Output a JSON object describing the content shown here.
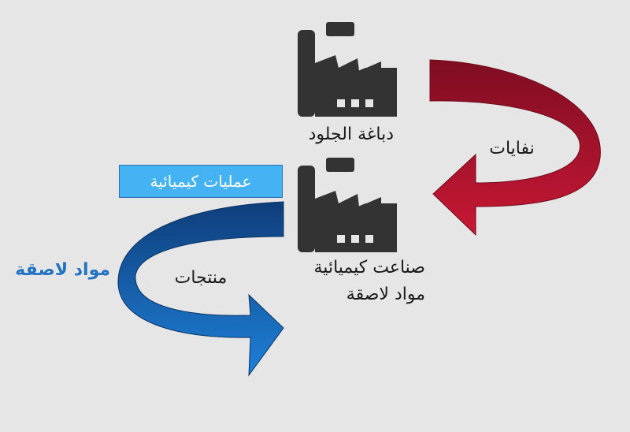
{
  "labels": {
    "tannery": "دباغة الجلود",
    "chemical_industry_line1": "صناعت كيميائية",
    "chemical_industry_line2": "مواد لاصقة",
    "waste": "نفايات",
    "chemical_processes": "عمليات كيميائية",
    "products": "منتجات",
    "adhesives": "مواد لاصقة"
  },
  "icons": {
    "top_factory": "factory-icon",
    "bottom_factory": "factory-icon"
  },
  "colors": {
    "background": "#e6e6e6",
    "factory": "#333333",
    "red_arrow": "#b0132e",
    "blue_arrow": "#1a6fc4",
    "process_box": "#45b3f3",
    "adhesives_text": "#2373c2"
  }
}
